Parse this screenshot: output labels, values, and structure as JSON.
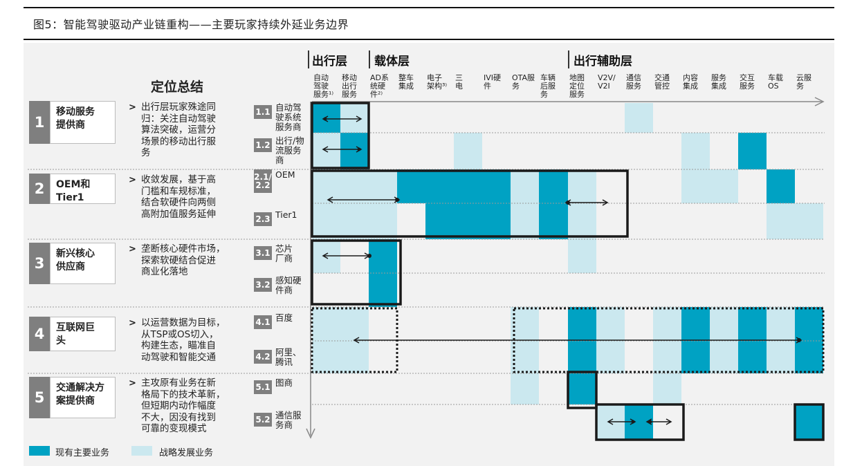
{
  "figure_title": "图5：智能驾驶驱动产业链重构——主要玩家持续外延业务边界",
  "colors": {
    "primary": "#00a2c3",
    "light": "#cbe8ef",
    "bg": "#f2f2f2",
    "sep": "#333333",
    "numbox": "#7f7f7f"
  },
  "layers": [
    {
      "label": "出行层"
    },
    {
      "label": "载体层"
    },
    {
      "label": "出行辅助层"
    }
  ],
  "columns": [
    "自动\n驾驶\n服务¹⁾",
    "移动\n出行\n服务",
    "AD系\n统硬\n件²⁾",
    "整车\n集成",
    "电子\n架构³⁾",
    "三\n电",
    "IVI硬\n件",
    "OTA服\n务",
    "车辆\n后服\n务",
    "地图\n定位\n服务",
    "V2V/\nV2I",
    "通信\n服务",
    "交通\n管控",
    "内容\n集成",
    "服务\n集成",
    "交互\n服务",
    "车载\nOS",
    "云服\n务"
  ],
  "summary_title": "定位总结",
  "groups": [
    {
      "num": "1",
      "name": "移动服务\n提供商",
      "desc": "出行层玩家殊途同\n归：关注自动驾驶\n算法突破，运营分\n场景的移动出行服\n务"
    },
    {
      "num": "2",
      "name": "OEM和Tier1",
      "desc": "收敛发展，基于高\n门槛和车规标准，\n结合软硬件向两侧\n高附加值服务延伸"
    },
    {
      "num": "3",
      "name": "新兴核心\n供应商",
      "desc": "垄断核心硬件市场，\n探索软硬结合促进\n商业化落地"
    },
    {
      "num": "4",
      "name": "互联网巨\n头",
      "desc": "以运营数据为目标，\n从TSP或OS切入，\n构建生态，瞄准自\n动驾驶和智能交通"
    },
    {
      "num": "5",
      "name": "交通解决方\n案提供商",
      "desc": "主攻原有业务在新\n格局下的技术革新，\n但短期内动作幅度\n不大，因没有找到\n可靠的变现模式"
    }
  ],
  "subrows": [
    {
      "num": "1.1",
      "label": "自动驾\n驶系统\n服务商",
      "cells": "PL000000000L0000000"
    },
    {
      "num": "1.2",
      "label": "出行/物\n流服务\n商",
      "cells": "LP000L0000000L0P000"
    },
    {
      "num": "2.1/\n2.2",
      "label": "OEM",
      "cells": "LLLPPPPLPL000LL0P0"
    },
    {
      "num": "2.3",
      "label": "Tier1",
      "cells": "LLL0PPPLPL000000LL"
    },
    {
      "num": "3.1",
      "label": "芯片\n厂商",
      "cells": "L0P000000L00000000"
    },
    {
      "num": "3.2",
      "label": "感知硬\n件商",
      "cells": "00P000000000000000"
    },
    {
      "num": "4.1",
      "label": "百度",
      "cells": "LL00000L0PL0LPLPLP"
    },
    {
      "num": "4.2",
      "label": "阿里、\n腾讯",
      "cells": "LL00000L0PL0LPLPLP"
    },
    {
      "num": "5.1",
      "label": "图商",
      "cells": "0000000L0P00L00000"
    },
    {
      "num": "5.2",
      "label": "通信服\n务商",
      "cells": "0000000000LP00000P"
    }
  ],
  "legend": [
    {
      "label": "现有主要业务",
      "color": "#00a2c3"
    },
    {
      "label": "战略发展业务",
      "color": "#cbe8ef"
    }
  ]
}
